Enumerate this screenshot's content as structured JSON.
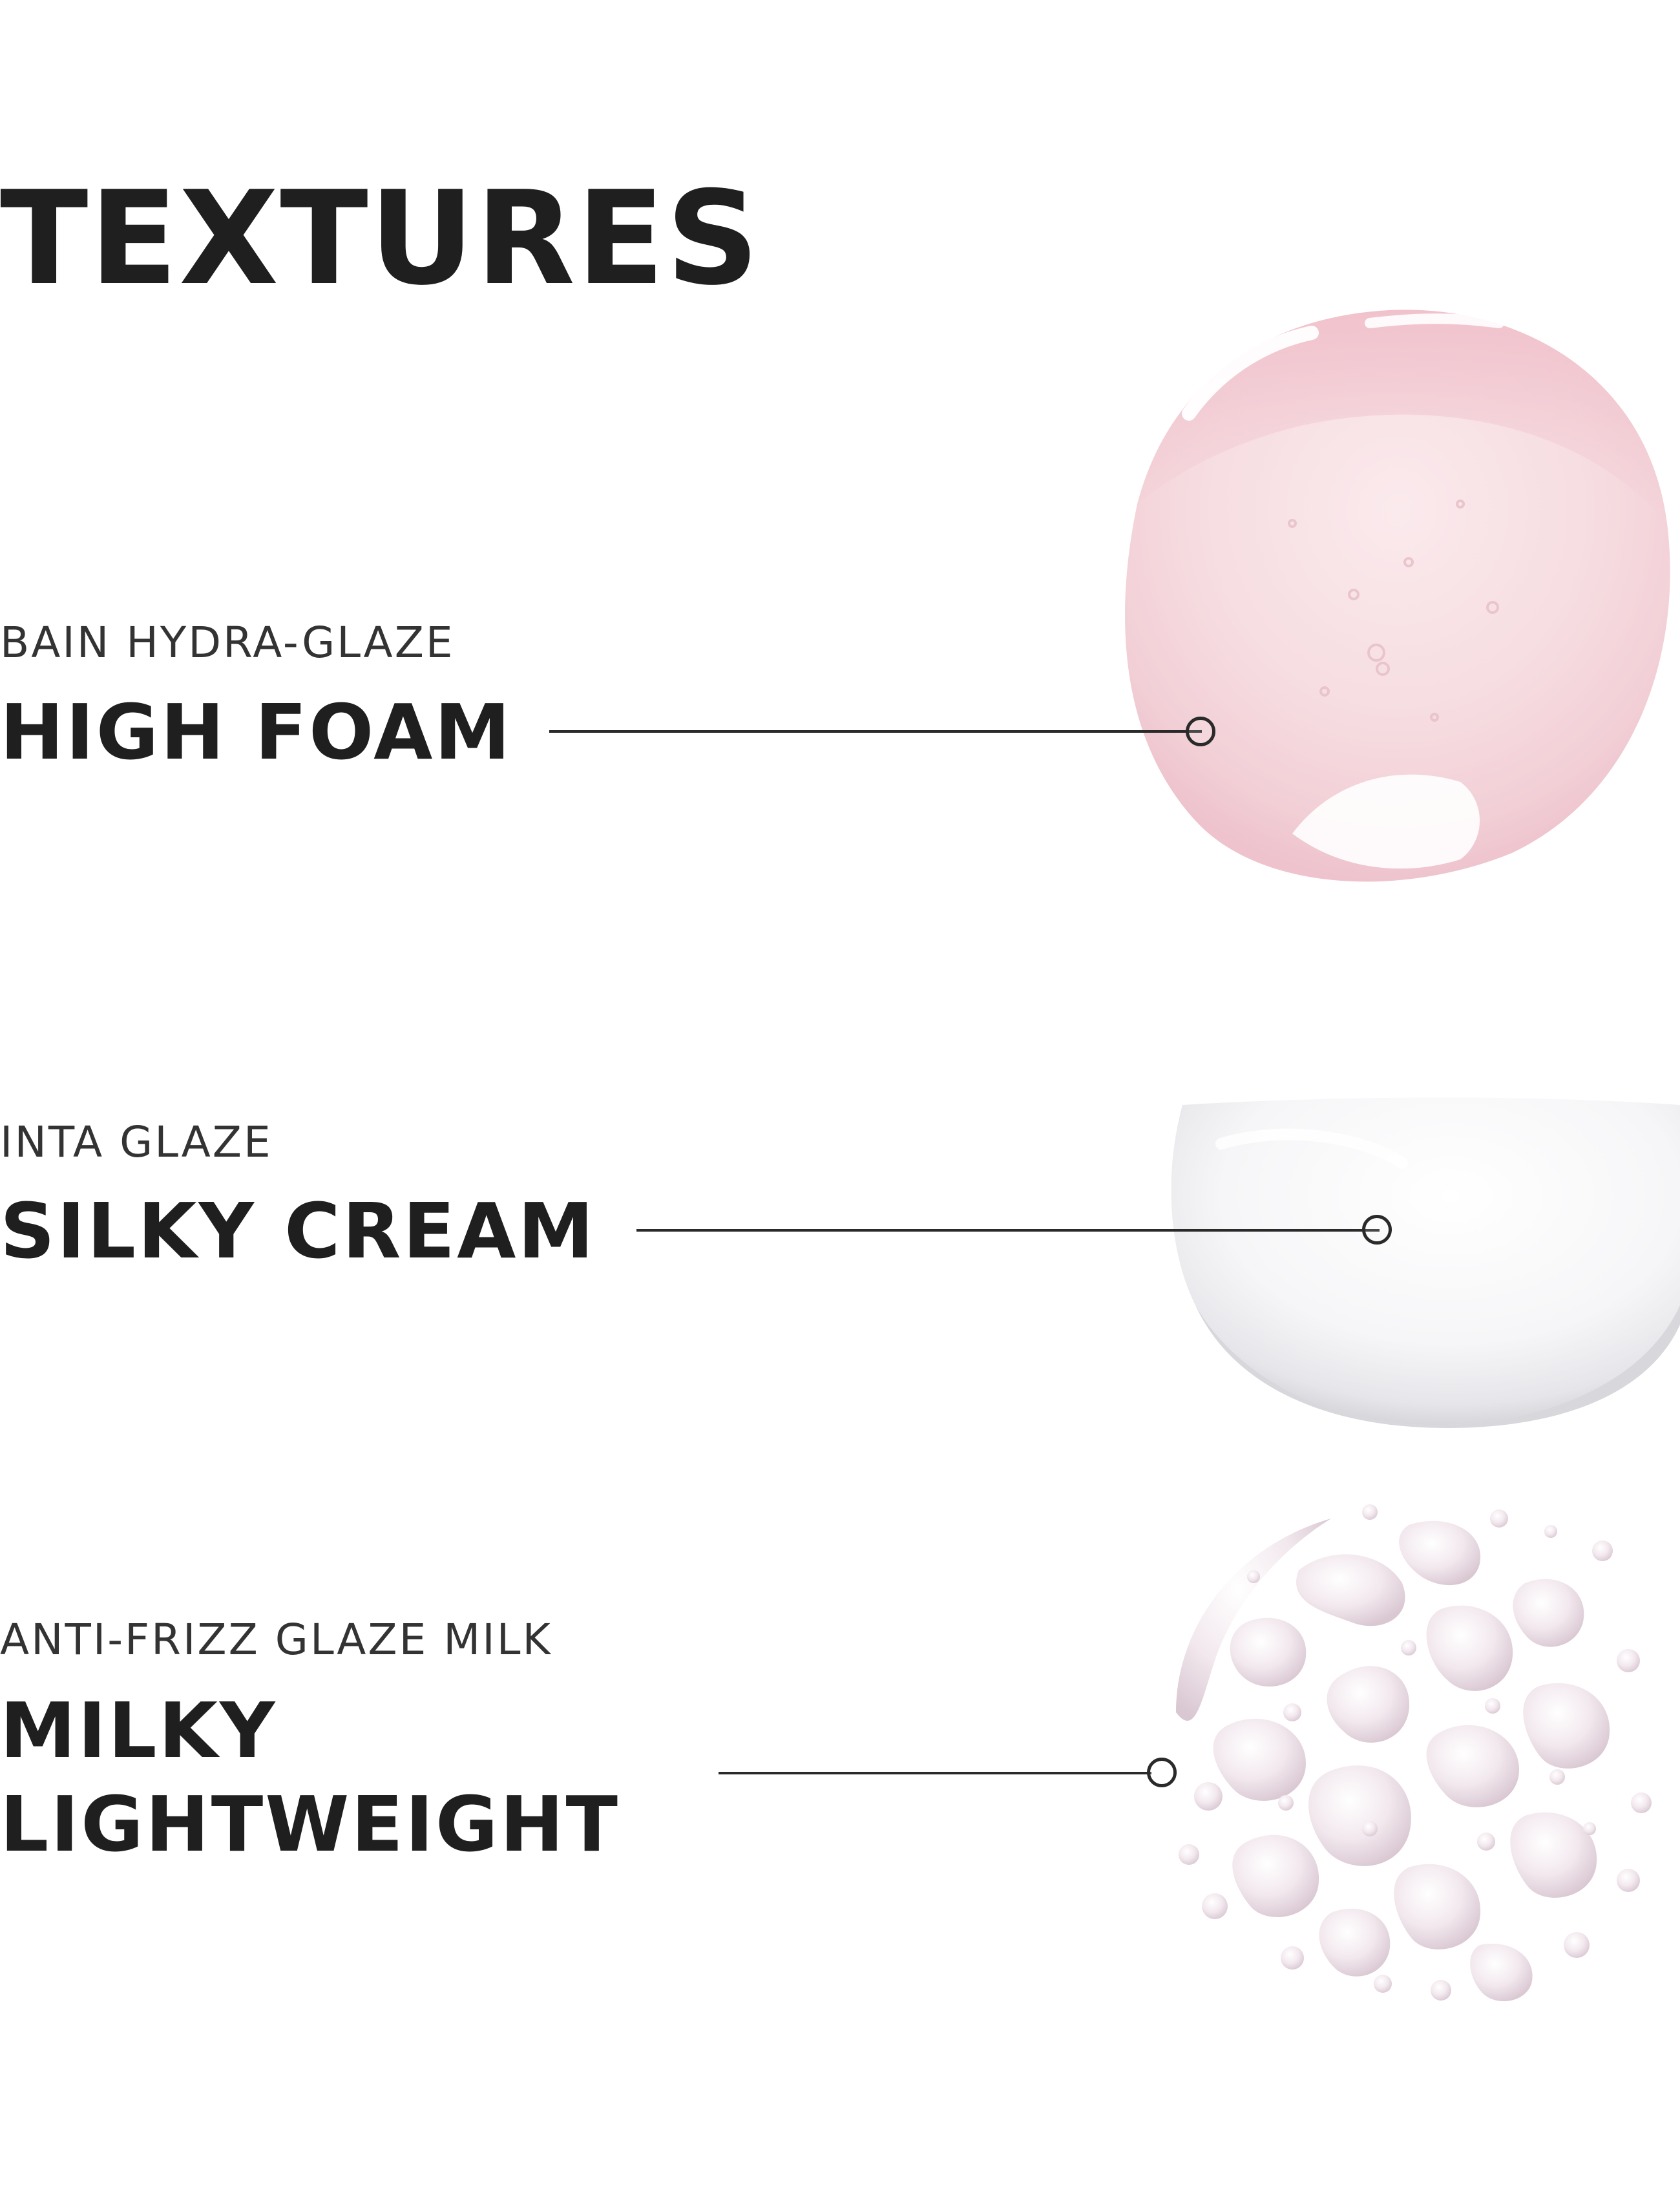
{
  "title": "TEXTURES",
  "items": [
    {
      "product": "BAIN HYDRA-GLAZE",
      "texture_lines": [
        "HIGH FOAM"
      ],
      "swatch": "translucent-pink-gel-swatch",
      "color": "#f4d3d8"
    },
    {
      "product": "INTA GLAZE",
      "texture_lines": [
        "SILKY CREAM"
      ],
      "swatch": "white-cream-swatch",
      "color": "#f3f3f5"
    },
    {
      "product": "ANTI-FRIZZ GLAZE MILK",
      "texture_lines": [
        "MILKY",
        "LIGHTWEIGHT"
      ],
      "swatch": "milk-droplets-swatch",
      "color": "#efe3ea"
    }
  ],
  "colors": {
    "text": "#1f1f1f",
    "background": "#ffffff",
    "leader": "#2a2a2a"
  }
}
